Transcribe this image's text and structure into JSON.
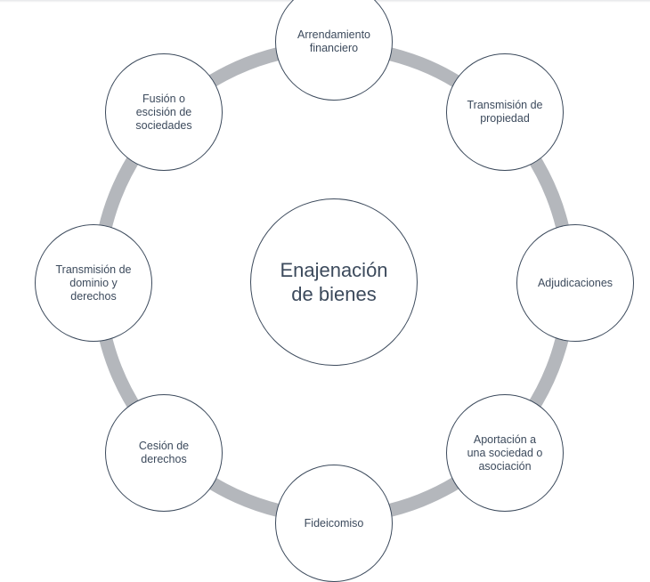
{
  "diagram": {
    "center": {
      "label": "Enajenación\nde bienes"
    },
    "nodes": [
      {
        "id": "arrendamiento",
        "label": "Arrendamiento\nfinanciero"
      },
      {
        "id": "transmision-propiedad",
        "label": "Transmisión de\npropiedad"
      },
      {
        "id": "adjudicaciones",
        "label": "Adjudicaciones"
      },
      {
        "id": "aportacion",
        "label": "Aportación a\nuna sociedad o\nasociación"
      },
      {
        "id": "fideicomiso",
        "label": "Fideicomiso"
      },
      {
        "id": "cesion",
        "label": "Cesión de\nderechos"
      },
      {
        "id": "transmision-dominio",
        "label": "Transmisión de\ndominio y\nderechos"
      },
      {
        "id": "fusion",
        "label": "Fusión o\nescisión de\nsociedades"
      }
    ],
    "colors": {
      "ring": "#b4b7bc",
      "border": "#3c4a5c",
      "text": "#3c4a5c",
      "fill": "#ffffff"
    }
  }
}
